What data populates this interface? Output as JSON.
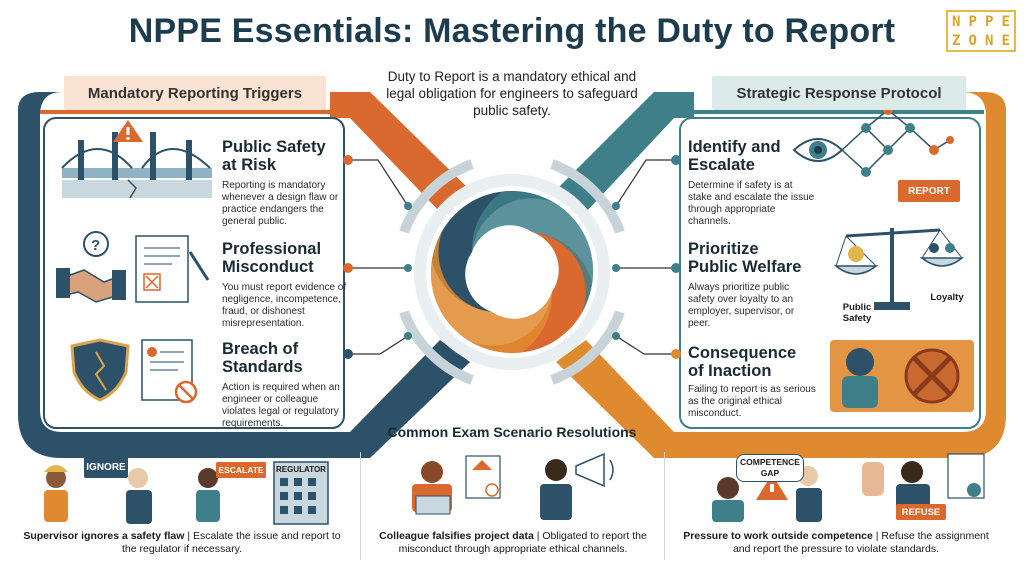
{
  "title": "NPPE Essentials: Mastering the Duty to Report",
  "logo_letters": [
    "N",
    "P",
    "P",
    "E",
    "Z",
    "O",
    "N",
    "E"
  ],
  "intro": "Duty to Report is a mandatory ethical and legal obligation for engineers to safeguard public safety.",
  "left_panel": {
    "heading": "Mandatory Reporting Triggers",
    "items": [
      {
        "title_line1": "Public Safety",
        "title_line2": "at Risk",
        "desc": "Reporting is mandatory whenever a design flaw or practice endangers the general public."
      },
      {
        "title_line1": "Professional",
        "title_line2": "Misconduct",
        "desc": "You must report evidence of negligence, incompetence, fraud, or dishonest misrepresentation."
      },
      {
        "title_line1": "Breach of",
        "title_line2": "Standards",
        "desc": "Action is required when an engineer or colleague violates legal or regulatory requirements."
      }
    ]
  },
  "right_panel": {
    "heading": "Strategic Response Protocol",
    "items": [
      {
        "title_line1": "Identify and",
        "title_line2": "Escalate",
        "desc": "Determine if safety is at stake and escalate the issue through appropriate channels."
      },
      {
        "title_line1": "Prioritize",
        "title_line2": "Public Welfare",
        "desc": "Always prioritize public safety over loyalty to an employer, supervisor, or peer."
      },
      {
        "title_line1": "Consequence",
        "title_line2": "of Inaction",
        "desc": "Failing to report is as serious as the original ethical misconduct."
      }
    ],
    "report_badge": "REPORT",
    "scale_left": "Public Safety",
    "scale_right": "Loyalty"
  },
  "scenarios": {
    "heading": "Common Exam Scenario Resolutions",
    "items": [
      {
        "bold": "Supervisor ignores a safety flaw",
        "rest": " | Escalate the issue and report to the regulator if necessary."
      },
      {
        "bold": "Colleague falsifies project data",
        "rest": " | Obligated to report the misconduct through appropriate ethical channels."
      },
      {
        "bold": "Pressure to work outside competence",
        "rest": " | Refuse the assignment and report the pressure to violate standards."
      }
    ],
    "bubble_ignore": "IGNORE",
    "sign_escalate": "ESCALATE",
    "sign_regulator": "REGULATOR",
    "bubble_competence_1": "COMPETENCE",
    "bubble_competence_2": "GAP",
    "sign_refuse": "REFUSE"
  }
}
